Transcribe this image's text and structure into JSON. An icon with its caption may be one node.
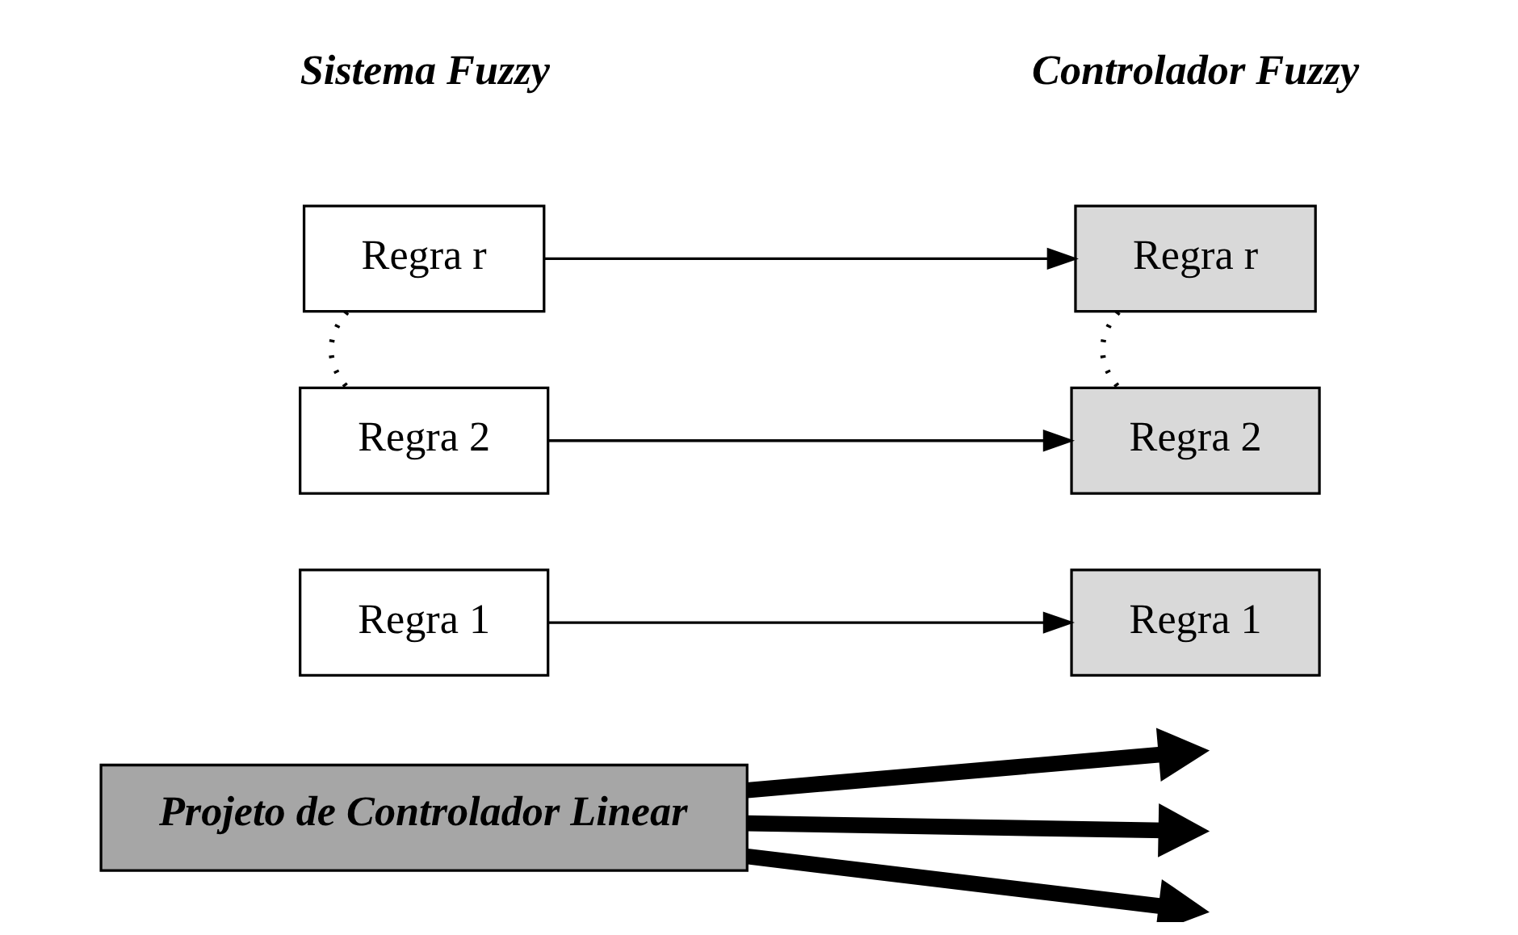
{
  "diagram": {
    "nodes": [
      {
        "text": [
          "Regra r"
        ]
      },
      {
        "text": [
          "Regra 2"
        ]
      },
      {
        "text": [
          "Regra 1"
        ]
      },
      {
        "text": [
          "Regra r"
        ]
      },
      {
        "text": [
          "Regra 2"
        ]
      },
      {
        "text": [
          "Regra 1"
        ]
      },
      {
        "text": [
          "Projeto de Controlador Linear"
        ]
      }
    ],
    "edges": [
      {
        "from": 0,
        "to": 3,
        "arrow": "to"
      },
      {
        "from": 1,
        "to": 4,
        "arrow": "to"
      },
      {
        "from": 2,
        "to": 5,
        "arrow": "to"
      },
      {
        "from": 0,
        "to": 1,
        "arrow": "none",
        "style": "dashed"
      },
      {
        "from": 3,
        "to": 4,
        "arrow": "none",
        "style": "dashed"
      },
      {
        "from": 6,
        "to": null,
        "arrow": "to",
        "style": "thick"
      },
      {
        "from": 6,
        "to": null,
        "arrow": "to",
        "style": "thick"
      },
      {
        "from": 6,
        "to": null,
        "arrow": "to",
        "style": "thick"
      }
    ],
    "labels": [
      "Sistema Fuzzy",
      "Controlador Fuzzy"
    ]
  }
}
